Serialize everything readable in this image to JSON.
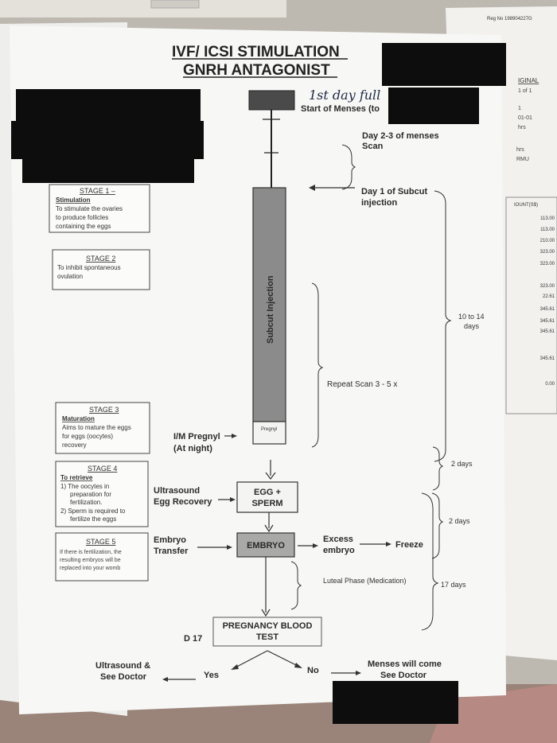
{
  "reg_no": "Reg No 198904227G",
  "title": {
    "line1": "IVF/ ICSI STIMULATION",
    "line2": "GNRH ANTAGONIST"
  },
  "handwritten_note": "1st day full",
  "timeline": {
    "start_menses": "Start of Menses (to",
    "scan_line1": "Day 2-3 of menses",
    "scan_line2": "Scan",
    "subcut_line1": "Day 1 of Subcut",
    "subcut_line2": "injection",
    "bar_label": "Subcut Injection",
    "bar_bottom_label": "Pregnyl",
    "repeat_scan": "Repeat Scan 3 - 5 x",
    "ten_to_14_line1": "10 to 14",
    "ten_to_14_line2": "days",
    "two_days_a": "2 days",
    "two_days_b": "2 days",
    "seventeen_days": "17 days"
  },
  "stages": [
    {
      "title": "STAGE 1 –",
      "subtitle": "Stimulation",
      "lines": [
        "To stimulate the ovaries",
        "to produce follicles",
        "containing the eggs"
      ]
    },
    {
      "title": "STAGE 2",
      "subtitle": "",
      "lines": [
        "To inhibit spontaneous",
        "ovulation"
      ]
    },
    {
      "title": "STAGE 3",
      "subtitle": "Maturation",
      "lines": [
        "Aims to mature the eggs",
        "for eggs (oocytes)",
        "recovery"
      ]
    },
    {
      "title": "STAGE 4",
      "subtitle": "To retrieve",
      "lines": [
        "1) The oocytes in",
        "preparation for",
        "fertilization.",
        "2) Sperm is required to",
        "fertilize the eggs"
      ]
    },
    {
      "title": "STAGE 5",
      "subtitle": "",
      "lines": [
        "If there is fertilization, the",
        "resulting embryos will be",
        "replaced into your womb"
      ]
    }
  ],
  "flow": {
    "im_pregnyl_line1": "I/M Pregnyl",
    "im_pregnyl_line2": "(At night)",
    "ultrasound_line1": "Ultrasound",
    "ultrasound_line2": "Egg Recovery",
    "egg_sperm_line1": "EGG +",
    "egg_sperm_line2": "SPERM",
    "embryo_transfer_line1": "Embryo",
    "embryo_transfer_line2": "Transfer",
    "embryo": "EMBRYO",
    "excess_line1": "Excess",
    "excess_line2": "embryo",
    "freeze": "Freeze",
    "luteal": "Luteal Phase (Medication)",
    "pregnancy_line1": "PREGNANCY BLOOD",
    "pregnancy_line2": "TEST",
    "d17": "D 17",
    "yes": "Yes",
    "no": "No",
    "ultrasound_doctor_line1": "Ultrasound &",
    "ultrasound_doctor_line2": "See Doctor",
    "menses_line1": "Menses will come",
    "menses_line2": "See Doctor"
  },
  "receipt": {
    "lines": [
      "IGINAL",
      "1 of 1",
      "1",
      "01-01",
      "hrs",
      "hrs",
      "RMU"
    ],
    "amount_header": "IOUNT(S$)",
    "amounts": [
      "113.00",
      "113.00",
      "210.00",
      "323.00",
      "323.00",
      "323.00",
      "22.61",
      "345.61",
      "345.61",
      "345.61",
      "345.61",
      "0.00"
    ]
  }
}
